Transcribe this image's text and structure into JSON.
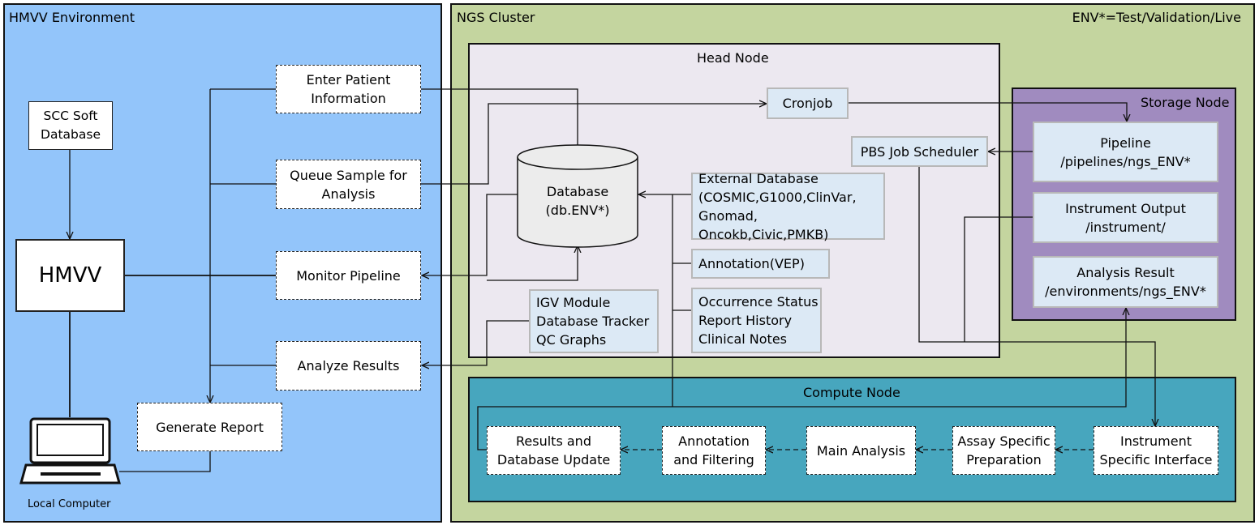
{
  "regions": {
    "hmvv_env": {
      "title": "HMVV Environment",
      "color": "#93c5fa"
    },
    "ngs_cluster": {
      "title": "NGS Cluster",
      "note": "ENV*=Test/Validation/Live",
      "color": "#c4d59f"
    },
    "head_node": {
      "title": "Head Node",
      "color": "#ece8f0"
    },
    "storage_node": {
      "title": "Storage Node",
      "color": "#a08bbf"
    },
    "compute_node": {
      "title": "Compute Node",
      "color": "#47a6be"
    }
  },
  "hmvv": {
    "scc_soft_db": "SCC Soft\nDatabase",
    "hmvv_box": "HMVV",
    "local_computer": "Local Computer",
    "enter_patient": "Enter Patient\nInformation",
    "queue_sample": "Queue Sample for\nAnalysis",
    "monitor_pipeline": "Monitor Pipeline",
    "analyze_results": "Analyze Results",
    "generate_report": "Generate Report"
  },
  "head": {
    "cronjob": "Cronjob",
    "database": "Database\n(db.ENV*)",
    "pbs": "PBS Job Scheduler",
    "external_db": "External Database\n(COSMIC,G1000,ClinVar,\nGnomad, Oncokb,Civic,PMKB)",
    "annotation": "Annotation(VEP)",
    "igv": "IGV Module\nDatabase Tracker\nQC Graphs",
    "occurrence": "Occurrence Status\nReport History\nClinical Notes"
  },
  "storage": {
    "pipeline": "Pipeline\n/pipelines/ngs_ENV*",
    "instrument_output": "Instrument Output\n/instrument/",
    "analysis_result": "Analysis Result\n/environments/ngs_ENV*"
  },
  "compute": {
    "results_update": "Results and\nDatabase Update",
    "annotation_filtering": "Annotation\nand Filtering",
    "main_analysis": "Main Analysis",
    "assay_prep": "Assay Specific\nPreparation",
    "instrument_interface": "Instrument\nSpecific Interface"
  }
}
